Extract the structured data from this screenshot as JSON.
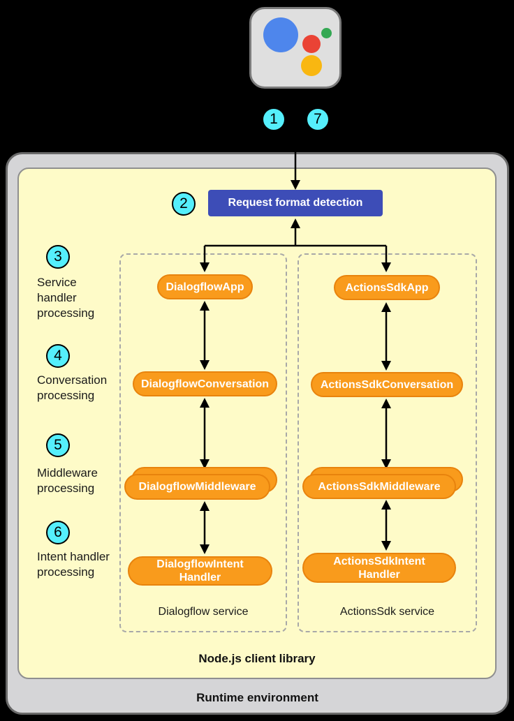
{
  "colors": {
    "accent_orange": "#F99B1C",
    "orange_border": "#E8830D",
    "request_box_blue": "#3D4DB7",
    "badge_cyan": "#55EFFC",
    "library_yellow": "#FEFBC8",
    "runtime_gray": "#D5D5D7",
    "background_black": "#000000",
    "logo_blue": "#4E86EC",
    "logo_red": "#EA4335",
    "logo_green": "#34A853",
    "logo_yellow": "#F9B711"
  },
  "badges": {
    "b1": "1",
    "b2": "2",
    "b3": "3",
    "b4": "4",
    "b5": "5",
    "b6": "6",
    "b7": "7"
  },
  "side_labels": {
    "service_handler": "Service\nhandler\nprocessing",
    "conversation": "Conversation\nprocessing",
    "middleware": "Middleware\nprocessing",
    "intent_handler": "Intent handler\nprocessing"
  },
  "request_box": {
    "label": "Request format detection"
  },
  "pills": {
    "dialogflow_app": "DialogflowApp",
    "actionssdk_app": "ActionsSdkApp",
    "dialogflow_conversation": "DialogflowConversation",
    "actionssdk_conversation": "ActionsSdkConversation",
    "dialogflow_middleware": "DialogflowMiddleware",
    "actionssdk_middleware": "ActionsSdkMiddleware",
    "dialogflow_intent_handler": "DialogflowIntent\nHandler",
    "actionssdk_intent_handler": "ActionsSdkIntent\nHandler"
  },
  "services": {
    "dialogflow": "Dialogflow service",
    "actionssdk": "ActionsSdk service"
  },
  "containers": {
    "nodejs": "Node.js client library",
    "runtime": "Runtime environment"
  },
  "logo": {
    "name": "google-assistant-logo"
  }
}
